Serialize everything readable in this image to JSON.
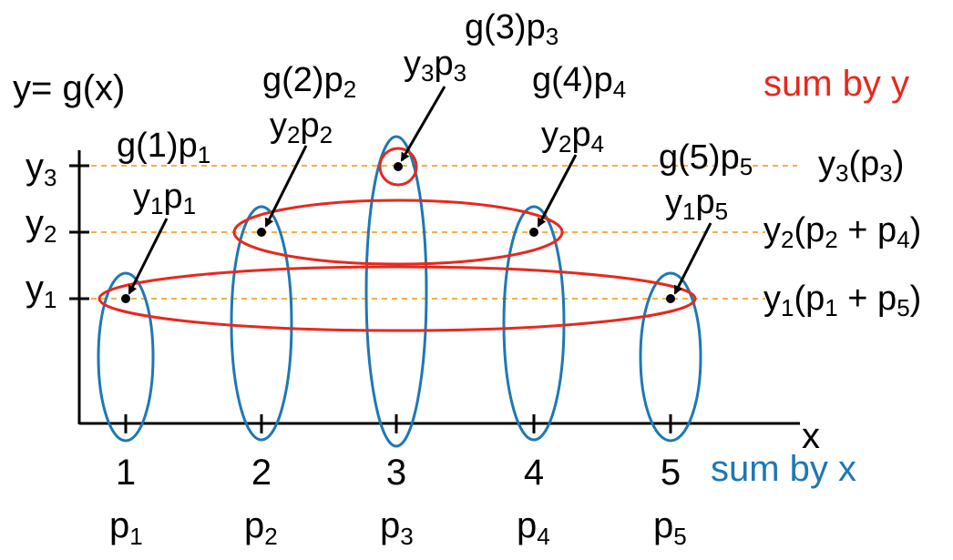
{
  "diagram": {
    "function_label": "y= g(x)",
    "sum_by_y_label": "sum by y",
    "sum_by_x_label": "sum by x",
    "x_axis_label": "x",
    "colors": {
      "red": "#e8281e",
      "blue": "#1e78b4",
      "dashed": "#f5b041",
      "black": "#000000"
    },
    "y_ticks": [
      {
        "base": "y",
        "sub": "3"
      },
      {
        "base": "y",
        "sub": "2"
      },
      {
        "base": "y",
        "sub": "1"
      }
    ],
    "x_ticks": [
      "1",
      "2",
      "3",
      "4",
      "5"
    ],
    "probabilities": [
      {
        "base": "p",
        "sub": "1"
      },
      {
        "base": "p",
        "sub": "2"
      },
      {
        "base": "p",
        "sub": "3"
      },
      {
        "base": "p",
        "sub": "4"
      },
      {
        "base": "p",
        "sub": "5"
      }
    ],
    "point_labels": [
      {
        "g": "g(1)p",
        "g_sub": "1",
        "y": "y",
        "y_sub": "1",
        "p": "p",
        "p_sub": "1"
      },
      {
        "g": "g(2)p",
        "g_sub": "2",
        "y": "y",
        "y_sub": "2",
        "p": "p",
        "p_sub": "2"
      },
      {
        "g": "g(3)p",
        "g_sub": "3",
        "y": "y",
        "y_sub": "3",
        "p": "p",
        "p_sub": "3"
      },
      {
        "g": "g(4)p",
        "g_sub": "4",
        "y": "y",
        "y_sub": "2",
        "p": "p",
        "p_sub": "4"
      },
      {
        "g": "g(5)p",
        "g_sub": "5",
        "y": "y",
        "y_sub": "1",
        "p": "p",
        "p_sub": "5"
      }
    ],
    "right_labels": [
      {
        "y": "y",
        "y_sub": "3",
        "open": "(p",
        "s1": "3",
        "mid": "",
        "s2": "",
        "close": ")"
      },
      {
        "y": "y",
        "y_sub": "2",
        "open": "(p",
        "s1": "2",
        "mid": " + p",
        "s2": "4",
        "close": ")"
      },
      {
        "y": "y",
        "y_sub": "1",
        "open": "(p",
        "s1": "1",
        "mid": " + p",
        "s2": "5",
        "close": ")"
      }
    ]
  }
}
